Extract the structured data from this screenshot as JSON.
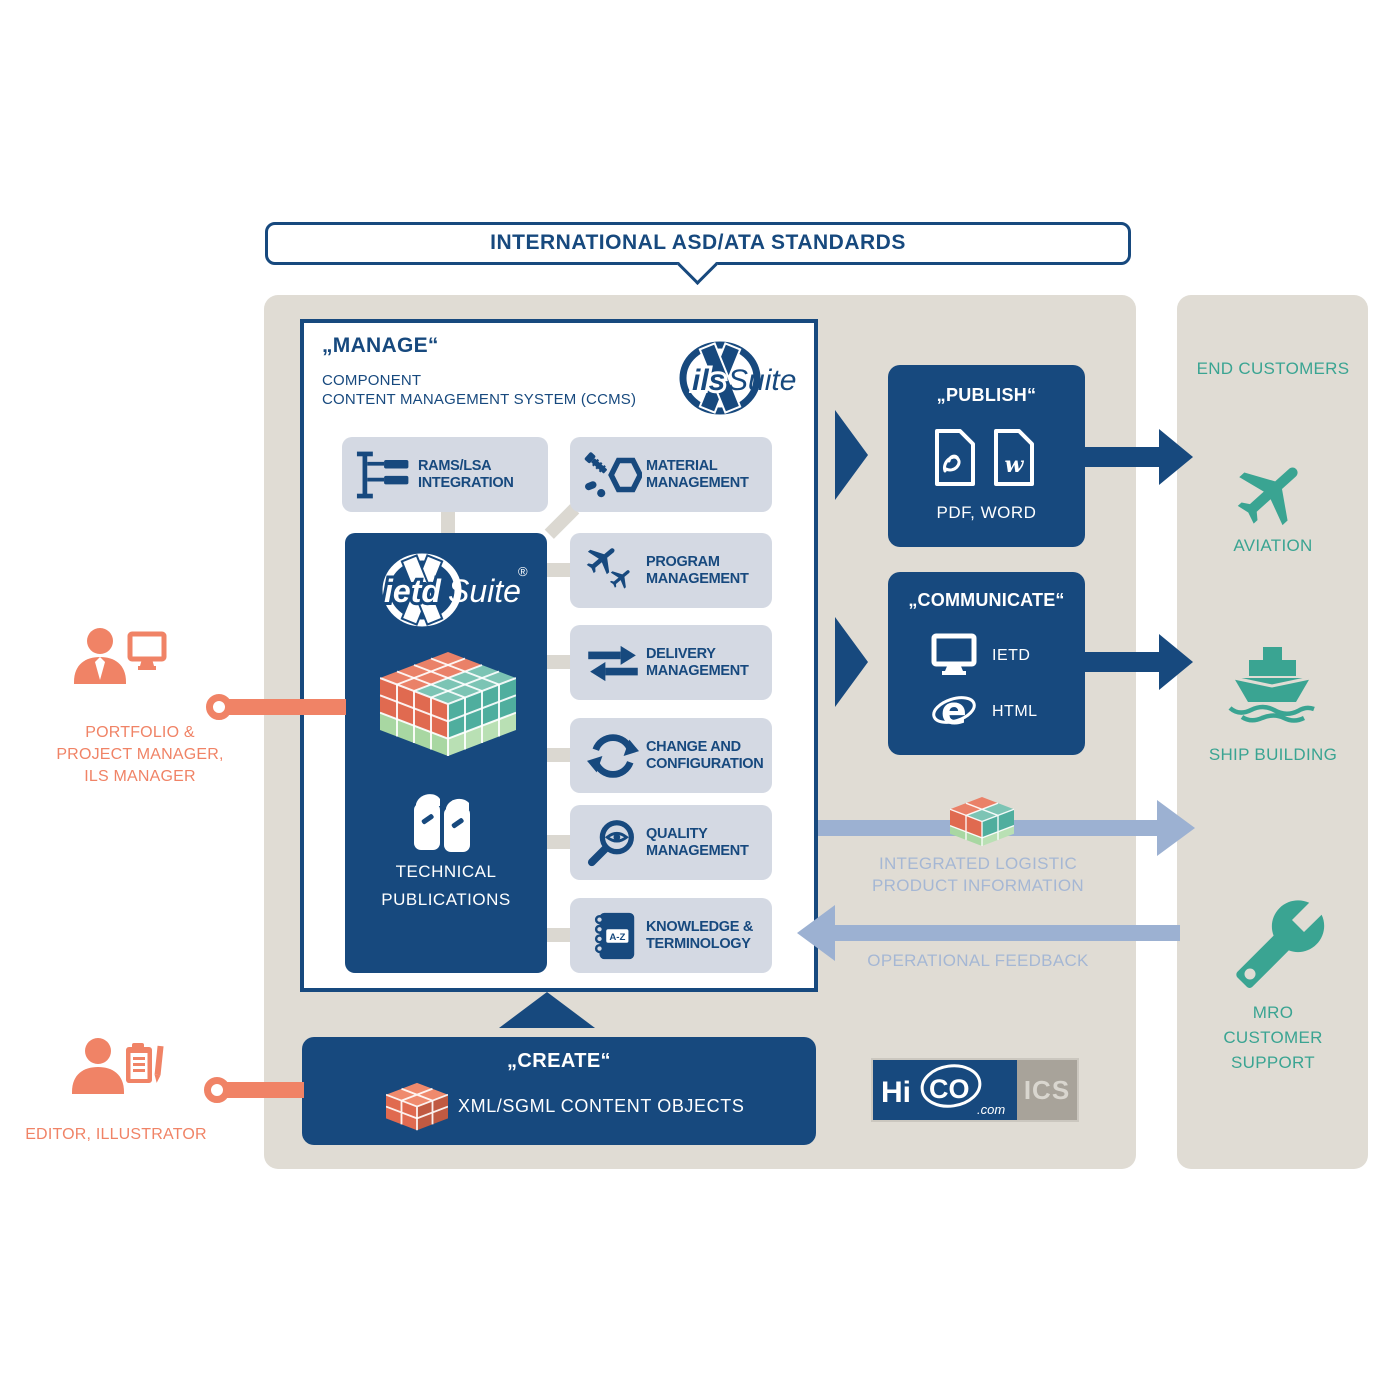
{
  "banner": {
    "label": "INTERNATIONAL ASD/ATA STANDARDS"
  },
  "manage": {
    "title": "„MANAGE“",
    "subtitle1": "COMPONENT",
    "subtitle2": "CONTENT MANAGEMENT SYSTEM (CCMS)",
    "ils_logo": {
      "prefix": "ils",
      "suffix": "Suite"
    },
    "rams": {
      "line1": "RAMS/LSA",
      "line2": "INTEGRATION"
    },
    "modules": [
      {
        "line1": "MATERIAL",
        "line2": "MANAGEMENT"
      },
      {
        "line1": "PROGRAM",
        "line2": "MANAGEMENT"
      },
      {
        "line1": "DELIVERY",
        "line2": "MANAGEMENT"
      },
      {
        "line1": "CHANGE AND",
        "line2": "CONFIGURATION"
      },
      {
        "line1": "QUALITY",
        "line2": "MANAGEMENT"
      },
      {
        "line1": "KNOWLEDGE &",
        "line2": "TERMINOLOGY"
      }
    ],
    "knowledge_tag": "A-Z",
    "ietd": {
      "brand_prefix": "ietd",
      "brand_suffix": "Suite",
      "reg": "®",
      "caption1": "TECHNICAL",
      "caption2": "PUBLICATIONS"
    }
  },
  "publish": {
    "title": "„PUBLISH“",
    "formats": "PDF, WORD"
  },
  "communicate": {
    "title": "„COMMUNICATE“",
    "item1": "IETD",
    "item2": "HTML"
  },
  "create": {
    "title": "„CREATE“",
    "subtitle": "XML/SGML CONTENT OBJECTS"
  },
  "actors": {
    "manager": {
      "line1": "PORTFOLIO &",
      "line2": "PROJECT MANAGER,",
      "line3": "ILS MANAGER"
    },
    "editor": {
      "label": "EDITOR, ILLUSTRATOR"
    }
  },
  "flows": {
    "integrated1": "INTEGRATED LOGISTIC",
    "integrated2": "PRODUCT INFORMATION",
    "feedback": "OPERATIONAL FEEDBACK"
  },
  "end_customers": {
    "title": "END CUSTOMERS",
    "aviation": "AVIATION",
    "ship": "SHIP BUILDING",
    "mro1": "MRO",
    "mro2": "CUSTOMER",
    "mro3": "SUPPORT"
  },
  "vendor": {
    "brand_hi": "Hi",
    "brand_co": "CO",
    "tld": ".com",
    "unit": "ICS"
  },
  "colors": {
    "navy": "#17497E",
    "beige": "#e0dcd4",
    "item_box": "#d4d9e3",
    "coral": "#f08366",
    "teal": "#3aa492",
    "steel": "#9cb1d2",
    "cube_orange": "#e06a50",
    "cube_teal": "#4fae9e",
    "cube_green": "#a8d7a2"
  }
}
